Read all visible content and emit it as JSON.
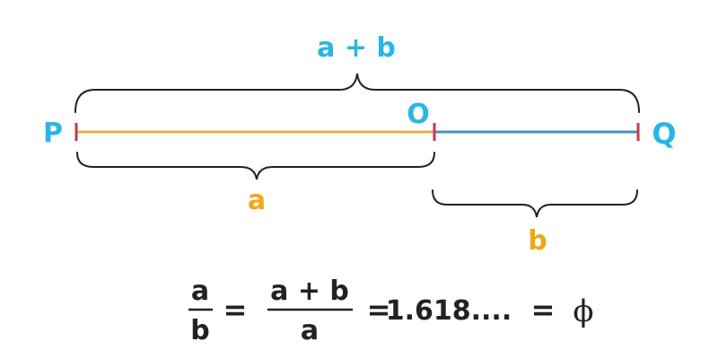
{
  "diagram": {
    "labels": {
      "sum": "a + b",
      "point_p": "P",
      "point_o": "O",
      "point_q": "Q",
      "seg_a": "a",
      "seg_b": "b"
    },
    "equation": {
      "frac1_num": "a",
      "frac1_den": "b",
      "eq1": "=",
      "frac2_num": "a + b",
      "frac2_den": "a",
      "eq2": "=",
      "value": "1.618....",
      "eq3": "=",
      "phi": "ϕ"
    },
    "colors": {
      "cyan": "#29b6e6",
      "gold": "#f0a818",
      "segment_a": "#e3b04a",
      "segment_b": "#4a8fc0",
      "tick": "#c8384e",
      "brace": "#222222",
      "text": "#222222"
    }
  }
}
